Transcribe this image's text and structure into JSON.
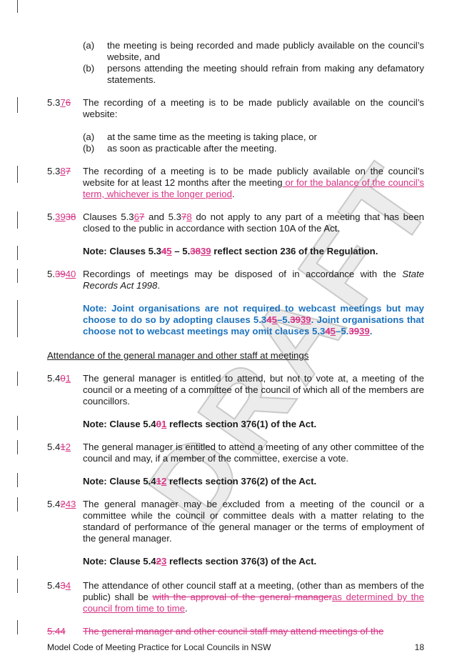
{
  "watermark": "DRAFT",
  "items_top": {
    "a_label": "(a)",
    "a_text": "the meeting is being recorded and made publicly available on the council’s website, and",
    "b_label": "(b)",
    "b_text": "persons attending the meeting should refrain from making any defamatory statements."
  },
  "c537": {
    "num_a": "5.3",
    "num_ins": "7",
    "num_del": "6",
    "text": "The recording of a meeting is to be made publicly available on the council’s website:",
    "a_label": "(a)",
    "a_text": "at the same time as the meeting is taking place, or",
    "b_label": "(b)",
    "b_text": "as soon as practicable after the meeting."
  },
  "c538": {
    "num_a": "5.3",
    "num_ins": "8",
    "num_del": "7",
    "text": "The recording of a meeting is to be made publicly available on the council’s website for at least 12 months after the meeting",
    "inserted": " or for the balance of the council’s term, whichever is the longer period",
    "end": "."
  },
  "c539": {
    "num_a": "5.",
    "num_ins": "39",
    "num_del": "38",
    "t1": "Clauses 5.3",
    "t1_ins": "6",
    "t1_del": "7",
    "t2": " and 5.3",
    "t2_del": "7",
    "t2_ins": "8",
    "t3": " do not apply to any part of a meeting that has been closed to the public in accordance with section 10A of the Act."
  },
  "note539": {
    "t1": "Note: Clauses 5.3",
    "d1": "4",
    "i1": "5",
    "t2": " – 5.",
    "d2": "38",
    "i2": "39",
    "t3": " reflect section 236 of the Regulation."
  },
  "c540": {
    "num_a": "5.",
    "num_del": "39",
    "num_ins": "40",
    "text": "Recordings of meetings may be disposed of in accordance with the ",
    "italic": "State Records Act 1998",
    "end": "."
  },
  "note_joint": {
    "t1": "Note: Joint organisations are not required to webcast meetings but may choose to do so by adopting clauses 5.3",
    "d1": "4",
    "i1": "5",
    "t2": "–5.",
    "d2": "39",
    "i2": "39",
    "t3": ". Joint organisations that choose not to webcast meetings may omit clauses 5.3",
    "d3": "4",
    "i3": "5",
    "t4": "–5.",
    "d4": "39",
    "i4": "39",
    "t5": "."
  },
  "heading": "Attendance of the general manager and other staff at meetings",
  "c541": {
    "num_a": "5.4",
    "num_del": "0",
    "num_ins": "1",
    "text": "The general manager is entitled to attend, but not to vote at, a meeting of the council or a meeting of a committee of the council of which all of the members are councillors."
  },
  "note541": {
    "t1": "Note: Clause 5.4",
    "d1": "0",
    "i1": "1",
    "t2": " reflects section 376(1) of the Act."
  },
  "c542": {
    "num_a": "5.4",
    "num_del": "1",
    "num_ins": "2",
    "text": "The general manager is entitled to attend a meeting of any other committee of the council and may, if a member of the committee, exercise a vote."
  },
  "note542": {
    "t1": "Note: Clause 5.4",
    "d1": "1",
    "i1": "2",
    "t2": " reflects section 376(2) of the Act."
  },
  "c543": {
    "num_a": "5.4",
    "num_del": "2",
    "num_ins": "43",
    "text": "The general manager may be excluded from a meeting of the council or a committee while the council or committee deals with a matter relating to the standard of performance of the general manager or the terms of employment of the general manager."
  },
  "note543": {
    "t1": "Note: Clause 5.4",
    "d1": "2",
    "i1": "3",
    "t2": " reflects section 376(3) of the Act."
  },
  "c544": {
    "num_a": "5.4",
    "num_del": "3",
    "num_ins": "4",
    "text": "The attendance of other council staff at a meeting, (other than as members of the public) shall be ",
    "deleted": "with the approval of the general manager",
    "inserted": "as determined by the council from time to time",
    "end": "."
  },
  "c545_deleted": {
    "num": "5.44",
    "text": "The general manager and other council staff may attend meetings of the"
  },
  "footer": {
    "title": "Model Code of Meeting Practice for Local Councils in NSW",
    "page": "18"
  }
}
